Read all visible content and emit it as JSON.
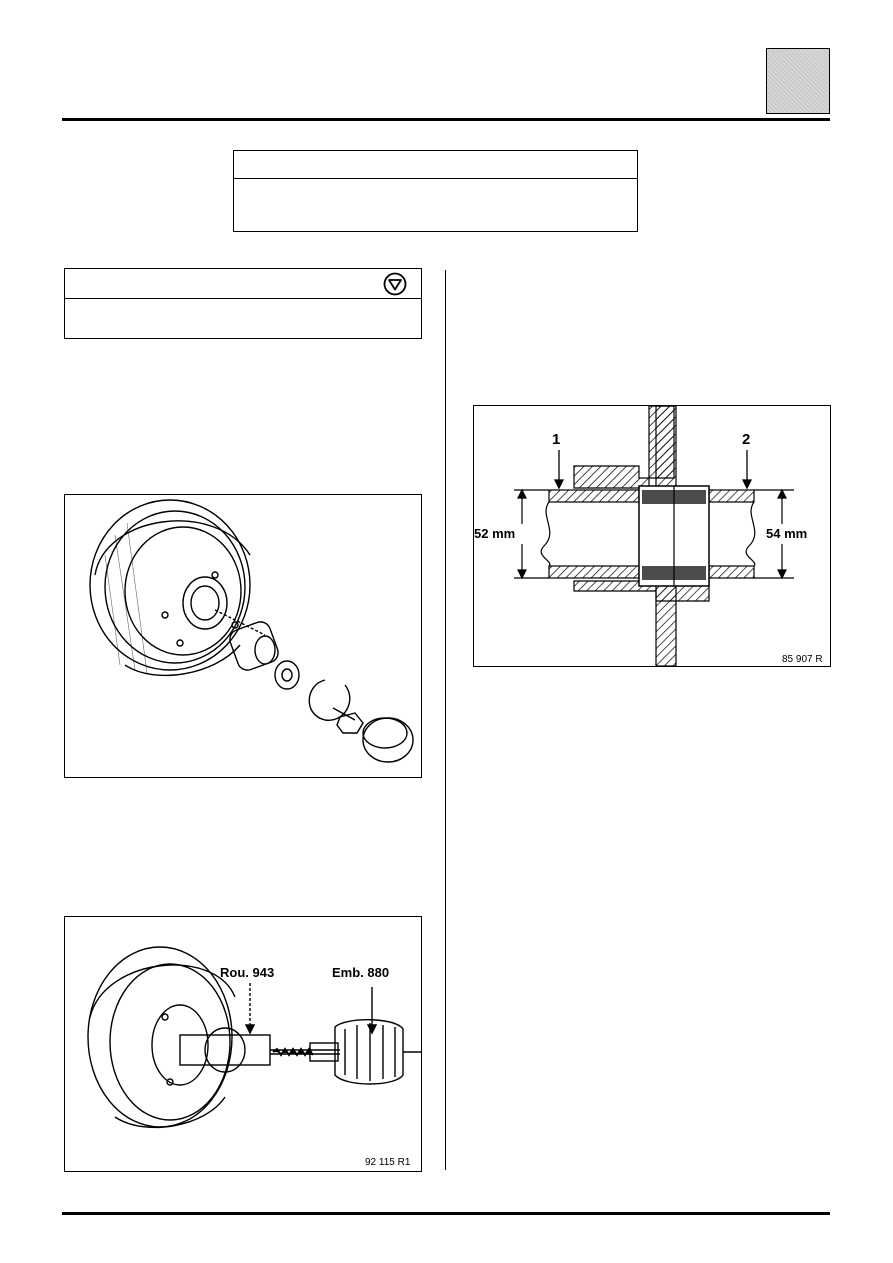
{
  "figures": {
    "drum_exploded": {},
    "drum_tools": {
      "tool_label_1": "Rou. 943",
      "tool_label_2": "Emb. 880",
      "code": "92 115 R1"
    },
    "bearing_section": {
      "label_1": "1",
      "label_2": "2",
      "dim_left": "52 mm",
      "dim_right": "54 mm",
      "code": "85 907 R"
    }
  },
  "warning_icon": "no-entry-triangle-icon"
}
